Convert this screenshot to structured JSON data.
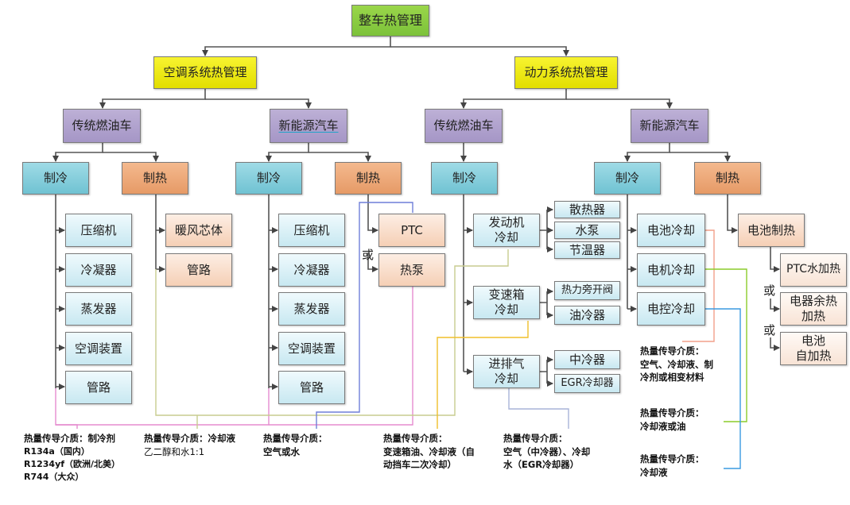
{
  "root": {
    "label": "整车热管理"
  },
  "level1": {
    "ac": "空调系统热管理",
    "power": "动力系统热管理"
  },
  "ac": {
    "traditional": {
      "label": "传统燃油车",
      "cooling": {
        "label": "制冷",
        "items": [
          "压缩机",
          "冷凝器",
          "蒸发器",
          "空调装置",
          "管路"
        ]
      },
      "heating": {
        "label": "制热",
        "items": [
          "暖风芯体",
          "管路"
        ]
      }
    },
    "nev": {
      "label": "新能源汽车",
      "cooling": {
        "label": "制冷",
        "items": [
          "压缩机",
          "冷凝器",
          "蒸发器",
          "空调装置",
          "管路"
        ]
      },
      "heating": {
        "label": "制热",
        "items": [
          "PTC",
          "热泵"
        ],
        "or": "或"
      }
    }
  },
  "power": {
    "traditional": {
      "label": "传统燃油车",
      "cooling": {
        "label": "制冷",
        "groups": [
          {
            "label": "发动机\n冷却",
            "line1": "发动机",
            "line2": "冷却",
            "items": [
              "散热器",
              "水泵",
              "节温器"
            ]
          },
          {
            "label": "变速箱\n冷却",
            "line1": "变速箱",
            "line2": "冷却",
            "items": [
              "热力旁开阀",
              "油冷器"
            ]
          },
          {
            "label": "进排气\n冷却",
            "line1": "进排气",
            "line2": "冷却",
            "items": [
              "中冷器",
              "EGR冷却器"
            ]
          }
        ]
      }
    },
    "nev": {
      "label": "新能源汽车",
      "cooling": {
        "label": "制冷",
        "items": [
          "电池冷却",
          "电机冷却",
          "电控冷却"
        ]
      },
      "heating": {
        "label": "制热",
        "battery_heating": "电池制热",
        "items": [
          {
            "line1": "PTC水加热",
            "line2": ""
          },
          {
            "line1": "电器余热",
            "line2": "加热"
          },
          {
            "line1": "电池",
            "line2": "自加热"
          }
        ],
        "or": "或"
      }
    }
  },
  "notes": [
    {
      "title": "热量传导介质：制冷剂",
      "lines": [
        "R134a（国内）",
        "R1234yf（欧洲/北美）",
        "R744（大众）"
      ],
      "color": "#ee6fc4"
    },
    {
      "title": "热量传导介质：冷却液",
      "lines": [
        "乙二醇和水1:1"
      ],
      "color": "#d1d6a8"
    },
    {
      "title": "热量传导介质：",
      "lines": [
        "空气或水"
      ],
      "color": "#4a6be8"
    },
    {
      "title": "热量传导介质：",
      "lines": [
        "变速箱油、冷却液（自",
        "动挡车二次冷却）"
      ],
      "color": "#f8bd10"
    },
    {
      "title": "热量传导介质：",
      "lines": [
        "空气（中冷器）、冷却",
        "水（EGR冷却器）"
      ],
      "color": "#8f9fd1"
    },
    {
      "title": "热量传导介质：",
      "lines": [
        "空气、冷却液、制",
        "冷剂或相变材料"
      ],
      "color": "#f47a5a"
    },
    {
      "title": "热量传导介质：",
      "lines": [
        "冷却液或油"
      ],
      "color": "#7fbf1f"
    },
    {
      "title": "热量传导介质：",
      "lines": [
        "冷却液"
      ],
      "color": "#1c7fd8"
    }
  ]
}
